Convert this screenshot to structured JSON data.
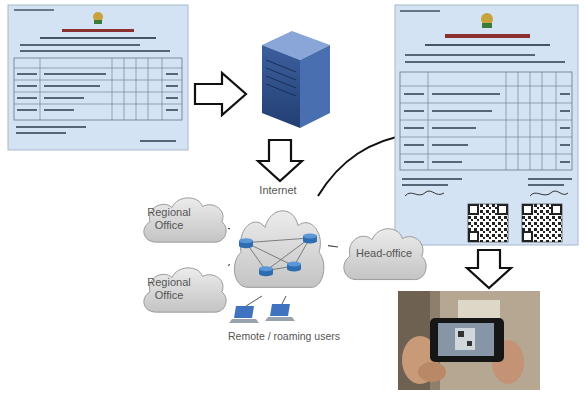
{
  "diagram": {
    "nodes": [
      {
        "text": [
          "Internet"
        ]
      },
      {
        "text": [
          "Regional Office"
        ]
      },
      {
        "text": [
          "Regional Office"
        ]
      },
      {
        "text": [
          "Head-office"
        ]
      }
    ],
    "edges": [
      {
        "from": 1,
        "to": 0,
        "arrow": "none"
      },
      {
        "from": 2,
        "to": 0,
        "arrow": "none"
      },
      {
        "from": 3,
        "to": 0,
        "arrow": "none"
      }
    ],
    "labels": [
      "Remote / roaming users"
    ]
  }
}
